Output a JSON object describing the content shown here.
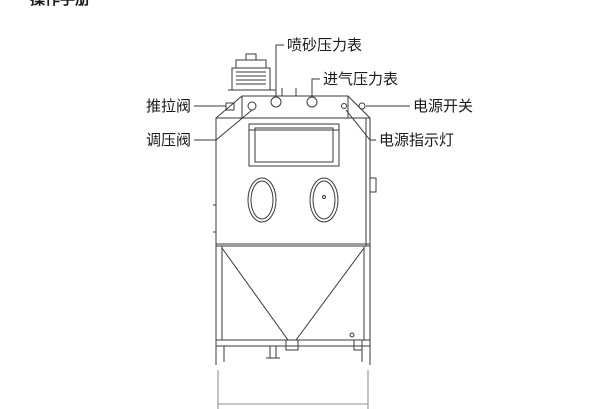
{
  "top_heading": "操作手册",
  "labels": {
    "sandblast_gauge": "喷砂压力表",
    "intake_gauge": "进气压力表",
    "push_pull_valve": "推拉阀",
    "power_switch": "电源开关",
    "regulator_valve": "调压阀",
    "power_indicator": "电源指示灯"
  },
  "colors": {
    "line": "#3a3a3a",
    "background": "#ffffff"
  }
}
